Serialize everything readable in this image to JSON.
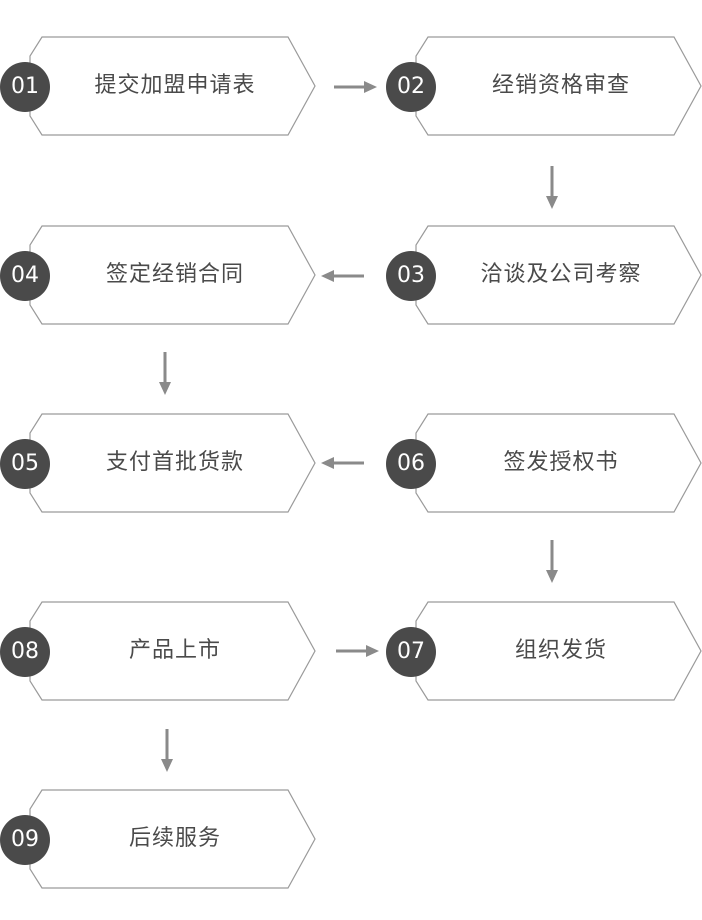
{
  "steps": [
    {
      "num": "01",
      "label": "提交加盟申请表"
    },
    {
      "num": "02",
      "label": "经销资格审查"
    },
    {
      "num": "03",
      "label": "洽谈及公司考察"
    },
    {
      "num": "04",
      "label": "签定经销合同"
    },
    {
      "num": "05",
      "label": "支付首批货款"
    },
    {
      "num": "06",
      "label": "签发授权书"
    },
    {
      "num": "07",
      "label": "组织发货"
    },
    {
      "num": "08",
      "label": "产品上市"
    },
    {
      "num": "09",
      "label": "后续服务"
    }
  ],
  "colors": {
    "badge": "#4a4a4a",
    "outline": "#9a9a9a",
    "text": "#4a4a4a",
    "arrow": "#8a8a8a"
  },
  "arrows": [
    {
      "name": "arrow-01-to-02",
      "direction": "right"
    },
    {
      "name": "arrow-02-to-03",
      "direction": "down"
    },
    {
      "name": "arrow-03-to-04",
      "direction": "left"
    },
    {
      "name": "arrow-04-to-05",
      "direction": "down"
    },
    {
      "name": "arrow-06-to-05",
      "direction": "left"
    },
    {
      "name": "arrow-06-to-07",
      "direction": "down"
    },
    {
      "name": "arrow-08-to-07",
      "direction": "right"
    },
    {
      "name": "arrow-08-to-09",
      "direction": "down"
    }
  ]
}
